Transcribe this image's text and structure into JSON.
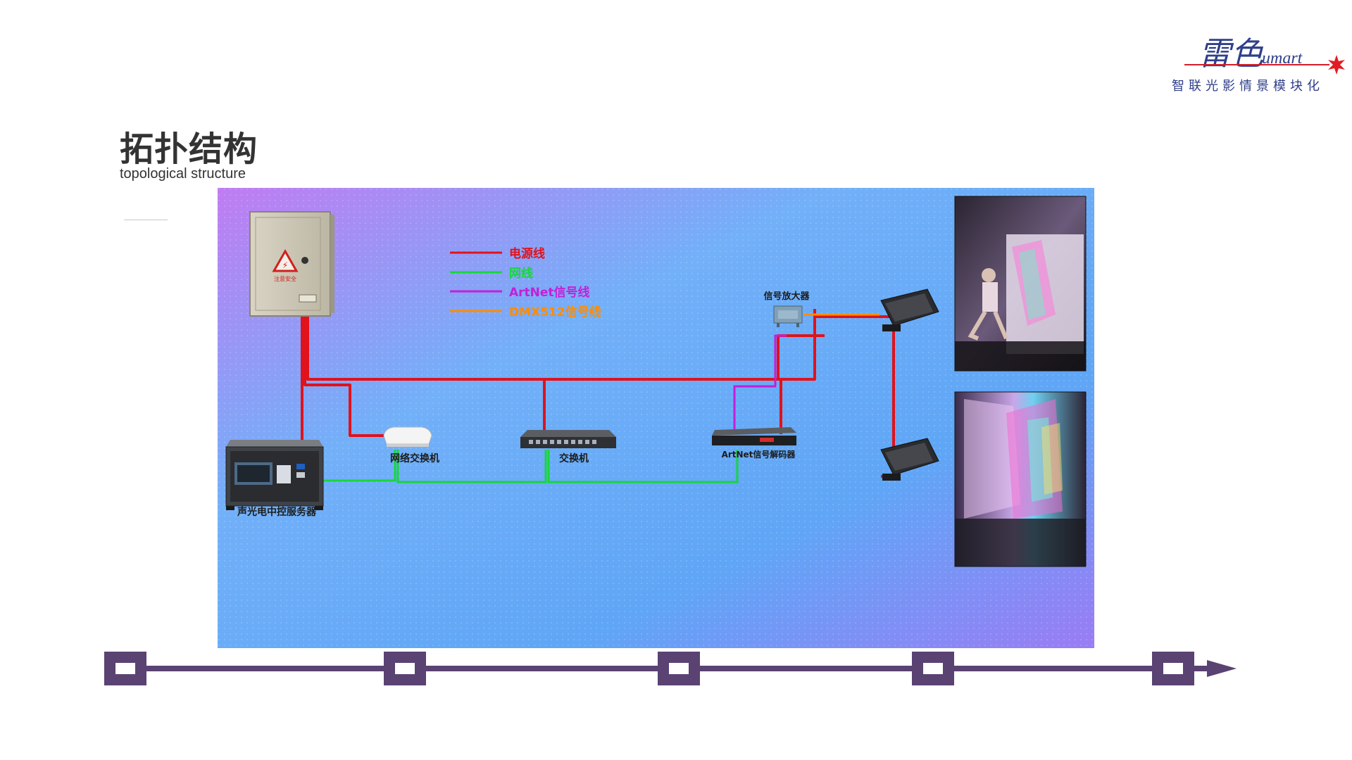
{
  "page": {
    "title": "拓扑结构",
    "subtitle": "topological structure"
  },
  "logo": {
    "brand_cn": "雷色",
    "brand_en": "umart",
    "slogan": "智联光影情景模块化"
  },
  "legend": {
    "items": [
      {
        "label": "电源线",
        "color": "#e0121b"
      },
      {
        "label": "网线",
        "color": "#18d63a"
      },
      {
        "label": "ArtNet信号线",
        "color": "#c41fd8"
      },
      {
        "label": "DMX512信号线",
        "color": "#ff8c00"
      }
    ]
  },
  "devices": {
    "power_box": {
      "label": "",
      "warning_text": "注意安全"
    },
    "server": {
      "label": "声光电中控服务器"
    },
    "router": {
      "label": "网络交换机"
    },
    "switch": {
      "label": "交换机"
    },
    "decoder": {
      "label": "ArtNet信号解码器"
    },
    "amplifier": {
      "label": "信号放大器"
    }
  },
  "colors": {
    "bg_top": "#b56ef2",
    "bg_mid": "#6aa8f7",
    "bg_bottom": "#8a7af4",
    "timeline": "#5a4273",
    "power_line": "#e0121b",
    "net_line": "#18d63a",
    "artnet_line": "#c41fd8",
    "dmx_line": "#ff8c00",
    "text_dark": "#333333"
  }
}
